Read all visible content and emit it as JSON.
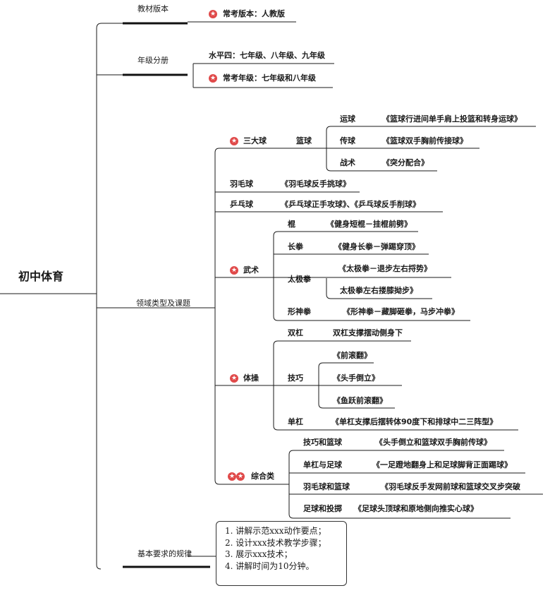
{
  "root": "初中体育",
  "textbook": {
    "label": "教材版本",
    "note": "常考版本：人教版"
  },
  "grade": {
    "label": "年级分册",
    "level": "水平四：七年级、八年级、九年级",
    "note": "常考年级：七年级和八年级"
  },
  "domains": {
    "label": "领域类型及课题",
    "ballgames": {
      "label": "三大球",
      "basketball": {
        "label": "篮球",
        "items": [
          {
            "name": "运球",
            "lesson": "《篮球行进间单手肩上投篮和转身运球》"
          },
          {
            "name": "传球",
            "lesson": "《篮球双手胸前传接球》"
          },
          {
            "name": "战术",
            "lesson": "《突分配合》"
          }
        ]
      }
    },
    "badminton": {
      "label": "羽毛球",
      "lesson": "《羽毛球反手挑球》"
    },
    "pingpong": {
      "label": "乒乓球",
      "lesson": "《乒乓球正手攻球》、《乒乓球反手削球》"
    },
    "martial": {
      "label": "武术",
      "items": [
        {
          "name": "棍",
          "lesson": "《健身短棍－挂棍前劈》"
        },
        {
          "name": "长拳",
          "lesson": "《健身长拳－弹踢穿顶》"
        },
        {
          "name": "太极拳",
          "lessons": [
            "《太极拳－退步左右捋势》",
            "太极拳左右搂膝拗步》"
          ]
        },
        {
          "name": "形神拳",
          "lesson": "《形神拳－藏脚砸拳，马步冲拳》"
        }
      ]
    },
    "gymnastics": {
      "label": "体操",
      "bars": {
        "name": "双杠",
        "lesson": "双杠支撑摆动侧身下"
      },
      "skills": {
        "name": "技巧",
        "lessons": [
          "《前滚翻》",
          "《头手倒立》",
          "《鱼跃前滚翻》"
        ]
      },
      "highbar": {
        "name": "单杠",
        "lesson": "《单杠支撑后摆转体90度下和排球中二三阵型》"
      }
    },
    "combined": {
      "label": "综合类",
      "items": [
        {
          "name": "技巧和篮球",
          "lesson": "《头手倒立和篮球双手胸前传球》"
        },
        {
          "name": "单杠与足球",
          "lesson": "《一足蹬地翻身上和足球脚背正面踢球》"
        },
        {
          "name": "羽毛球和篮球",
          "lesson": "《羽毛球反手发网前球和篮球交叉步突破"
        },
        {
          "name": "足球和投掷",
          "lesson": "《足球头顶球和原地侧向推实心球》"
        }
      ]
    }
  },
  "requirements": {
    "label": "基本要求的规律",
    "lines": [
      "1. 讲解示范xxx动作要点；",
      "2. 设计xxx技术教学步骤；",
      "3. 展示xxx技术；",
      "4. 讲解时间为10分钟。"
    ]
  },
  "icons": {
    "important_star": "star-badge",
    "important_star_color": "#e04a4a"
  }
}
